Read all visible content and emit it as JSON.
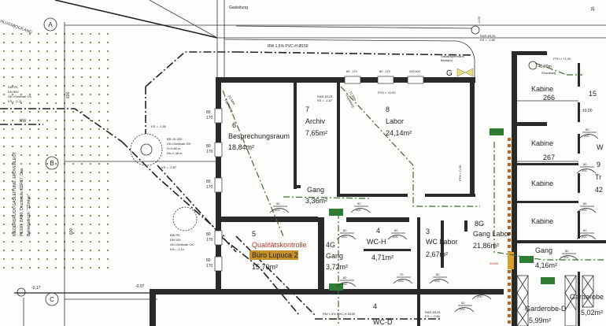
{
  "axes": {
    "a": "A",
    "b": "B",
    "c": "C"
  },
  "site": {
    "gas_line_label": "Gasleitung",
    "corner_label": "HLUSSBOCK AND",
    "gas_pipe_note": [
      "NIEDERDRUCK-GASLEITUNG, ERDVERLEGT",
      "PE100, DA90, Druckstufe SDR17, Gas",
      "Betriebsdruck: \"22mbar\""
    ],
    "dim_600_a": "600",
    "dim_600_b": "600",
    "kw_label": "KW",
    "shaft_1": [
      "BR-15-320",
      "OK=Gelände OK",
      "D=0,80 m",
      "Eb=2,48 m",
      "KS = -1,80",
      "KS = -0,87"
    ],
    "shaft_2": [
      "BW PE",
      "DN 100",
      "OK=Gelände OK",
      "KS= -1,14"
    ],
    "shaft_0": [
      "SW PE",
      "DN 600",
      "OK=Gelände OK",
      "KS= -1,21"
    ],
    "level_1": "-0,17",
    "level_2": "-0,07",
    "level_top": "-0,35",
    "rw_pipe_top": "RW 1,5% PVC-H Ø150",
    "rw_pipe_bottom": "RW 1,5% PVC-H Ø150",
    "rar_top": [
      "RAR Ø125",
      "KS = -1,80"
    ],
    "rar_archiv": [
      "RAR Ø125",
      "KS = -1,67"
    ],
    "rar_bottom": [
      "RAR Ø125",
      "KS = -0,84"
    ],
    "gas_valve_label": [
      "Gasabsperrhahn",
      "Bestand"
    ],
    "gas_valve_letter": "G",
    "ffh": "FFH = +0,00",
    "escape_1": [
      "22,50m",
      "Fluchtweg"
    ],
    "escape_2": [
      "11,50m",
      "Fluchtweg"
    ],
    "escape_3": [
      "40,00m",
      "Fluchtweg"
    ],
    "ffh_right": "FFH = +1,00",
    "ffh_vertical": "FFH = 0,00",
    "level_right": "±0,00",
    "el_label": "Elt300"
  },
  "windows": [
    {
      "w": "80",
      "h": "170"
    },
    {
      "w": "80",
      "h": "170"
    },
    {
      "w": "80",
      "h": "170"
    },
    {
      "w": "80",
      "h": "170"
    },
    {
      "w": "80",
      "h": "170"
    },
    {
      "w": "80",
      "h": "170"
    },
    {
      "w": "80",
      "h": "170"
    },
    {
      "w": "200",
      "h": "100"
    }
  ],
  "doors": [
    {
      "w": "90",
      "h": "200"
    },
    {
      "w": "90",
      "h": "200"
    },
    {
      "w": "80",
      "h": "200"
    },
    {
      "w": "80",
      "h": "200"
    },
    {
      "w": "80",
      "h": "200"
    },
    {
      "w": "70",
      "h": "200"
    },
    {
      "w": "80",
      "h": "200"
    },
    {
      "w": "70",
      "h": "200"
    },
    {
      "w": "90",
      "h": "200"
    },
    {
      "w": "80",
      "h": "200"
    },
    {
      "w": "80",
      "h": "200"
    },
    {
      "w": "80",
      "h": "200"
    },
    {
      "w": "80",
      "h": "200"
    },
    {
      "w": "80",
      "h": "200"
    }
  ],
  "rooms": {
    "r6": {
      "number": "6",
      "name": "Besprechungsraum",
      "area": "18,84m²"
    },
    "r7": {
      "number": "7",
      "name": "Archiv",
      "area": "7,65m²"
    },
    "r8": {
      "number": "8",
      "name": "Labor",
      "area": "24,14m²"
    },
    "gang": {
      "name": "Gang",
      "area": "3,36m²"
    },
    "r5": {
      "number": "5",
      "name": "Qualitätskontrolle",
      "tenant": "Büro Lupuca 2",
      "area": "15,70m²"
    },
    "r4g": {
      "number": "4G",
      "name": "Gang",
      "area": "3,72m²"
    },
    "r4": {
      "number": "4",
      "name": "WC-H",
      "area": "4,71m²"
    },
    "r3": {
      "number": "3",
      "name": "WC Labor",
      "area": "2,67m²"
    },
    "r8g": {
      "number": "8G",
      "name": "Gang Labor",
      "area": "21,86m²"
    },
    "r4b": {
      "number": "4",
      "name": "WC-D"
    },
    "k1": {
      "name": "Kabine",
      "number": "266"
    },
    "k2": {
      "name": "Kabine",
      "number": "267"
    },
    "k3": {
      "name": "Kabine"
    },
    "k4": {
      "name": "Kabine"
    },
    "gang_r": {
      "name": "Gang",
      "area": "4,16m²"
    },
    "garderobe_d": {
      "name": "Garderobe-D",
      "area": "5,99m²"
    },
    "garderobe_r": {
      "name": "Garderobe",
      "area": "5,02m²"
    },
    "room_9": {
      "number": "9",
      "name": "Tr",
      "area": "42"
    },
    "room_15": {
      "number": "15"
    },
    "room_w": {
      "name": "W"
    },
    "corner_top": {
      "text": "15"
    }
  },
  "colors": {
    "tenant_bg": "#c8902a",
    "quality_text": "#b03a2e",
    "exit": "#2e7d32",
    "facade": "#b5651d"
  }
}
